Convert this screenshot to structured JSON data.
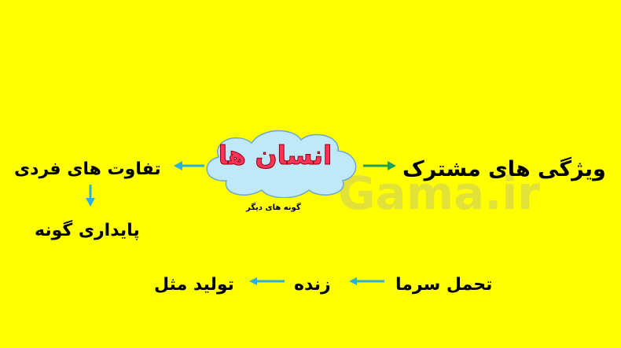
{
  "center": {
    "title": "انسان ها",
    "subtitle": "گونه های دیگر"
  },
  "left": {
    "top": "تفاوت های فردی",
    "bottom": "پایداری گونه"
  },
  "right": {
    "label": "ویژگی های مشترک"
  },
  "chain": {
    "first": "تحمل سرما",
    "second": "زنده",
    "third": "تولید مثل"
  },
  "watermark": "Gama.ir",
  "colors": {
    "background": "#FFFF00",
    "cloud": "#BFE8F8",
    "arrow_blue": "#2AB0E0",
    "arrow_green": "#1FA05A",
    "title": "#FF3355"
  }
}
